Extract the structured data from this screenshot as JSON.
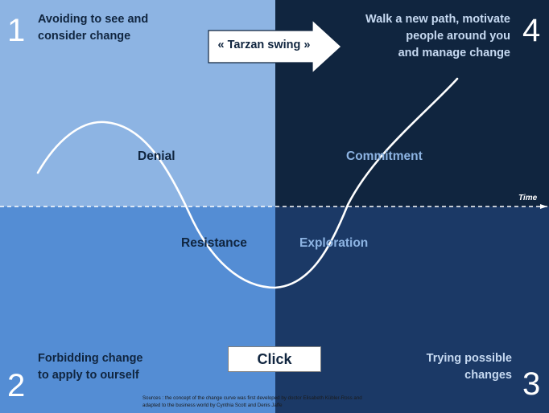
{
  "quadrants": {
    "q1": {
      "number": "1",
      "text_line1": "Avoiding to see and",
      "text_line2": "consider change",
      "color": "#8db4e3"
    },
    "q2": {
      "number": "2",
      "text_line1": "Forbidding change",
      "text_line2": "to apply to ourself",
      "color": "#548dd4"
    },
    "q3": {
      "number": "3",
      "text_line1": "Trying possible",
      "text_line2": "changes",
      "color": "#1b3966"
    },
    "q4": {
      "number": "4",
      "text_line1": "Walk a new path, motivate",
      "text_line2": "people around you",
      "text_line3": "and manage change",
      "color": "#10253f"
    }
  },
  "arrow": {
    "label": "« Tarzan swing »"
  },
  "stages": {
    "denial": "Denial",
    "resistance": "Resistance",
    "exploration": "Exploration",
    "commitment": "Commitment"
  },
  "axis": {
    "label": "Time"
  },
  "button": {
    "label": "Click"
  },
  "sources": {
    "line1": "Sources : the concept of the change curve was first developed by doctor Elisabeth Kübler-Ross and",
    "line2": "adapted to the business world by Cynthia Scott and Denis Jaffe"
  },
  "colors": {
    "text_dark": "#10253f",
    "text_light": "#c6d9f1",
    "curve": "#ffffff"
  }
}
